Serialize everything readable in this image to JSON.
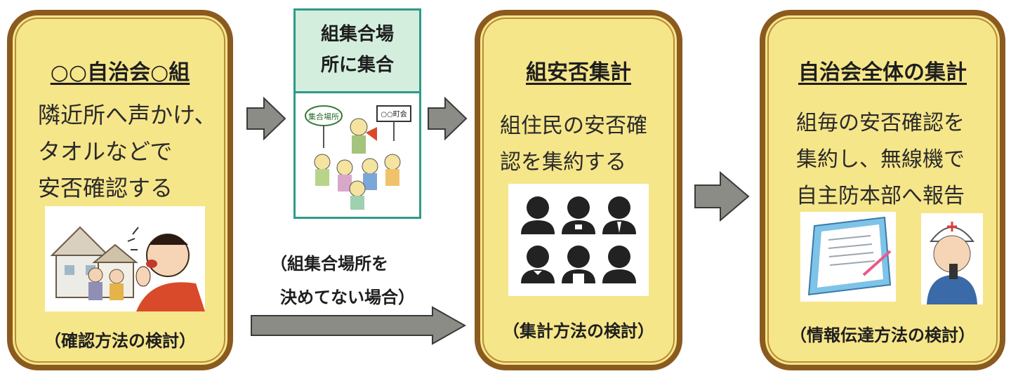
{
  "step1": {
    "title": "○○自治会○組",
    "text": [
      "隣近所へ声かけ、",
      "タオルなどで",
      "安否確認する"
    ],
    "caption": "（確認方法の検討）"
  },
  "gathering": {
    "header": [
      "組集合場",
      "所に集合"
    ],
    "sign_left": "集合場所",
    "sign_right": "○○町会"
  },
  "alternative_note": [
    "（組集合場所を",
    "決めてない場合）"
  ],
  "step2": {
    "title": "組安否集計",
    "text": [
      "組住民の安否確",
      "認を集約する"
    ],
    "caption": "（集計方法の検討）"
  },
  "step3": {
    "title": "自治会全体の集計",
    "text": [
      "組毎の安否確認を",
      "集約し、無線機で",
      "自主防本部へ報告"
    ],
    "caption": "（情報伝達方法の検討）"
  },
  "colors": {
    "panel_fill": "#f6e68a",
    "panel_border": "#8a5a1e",
    "arrow_fill": "#8c8c86",
    "gather_header": "#d3eedd",
    "gather_border": "#2f9a8a"
  }
}
